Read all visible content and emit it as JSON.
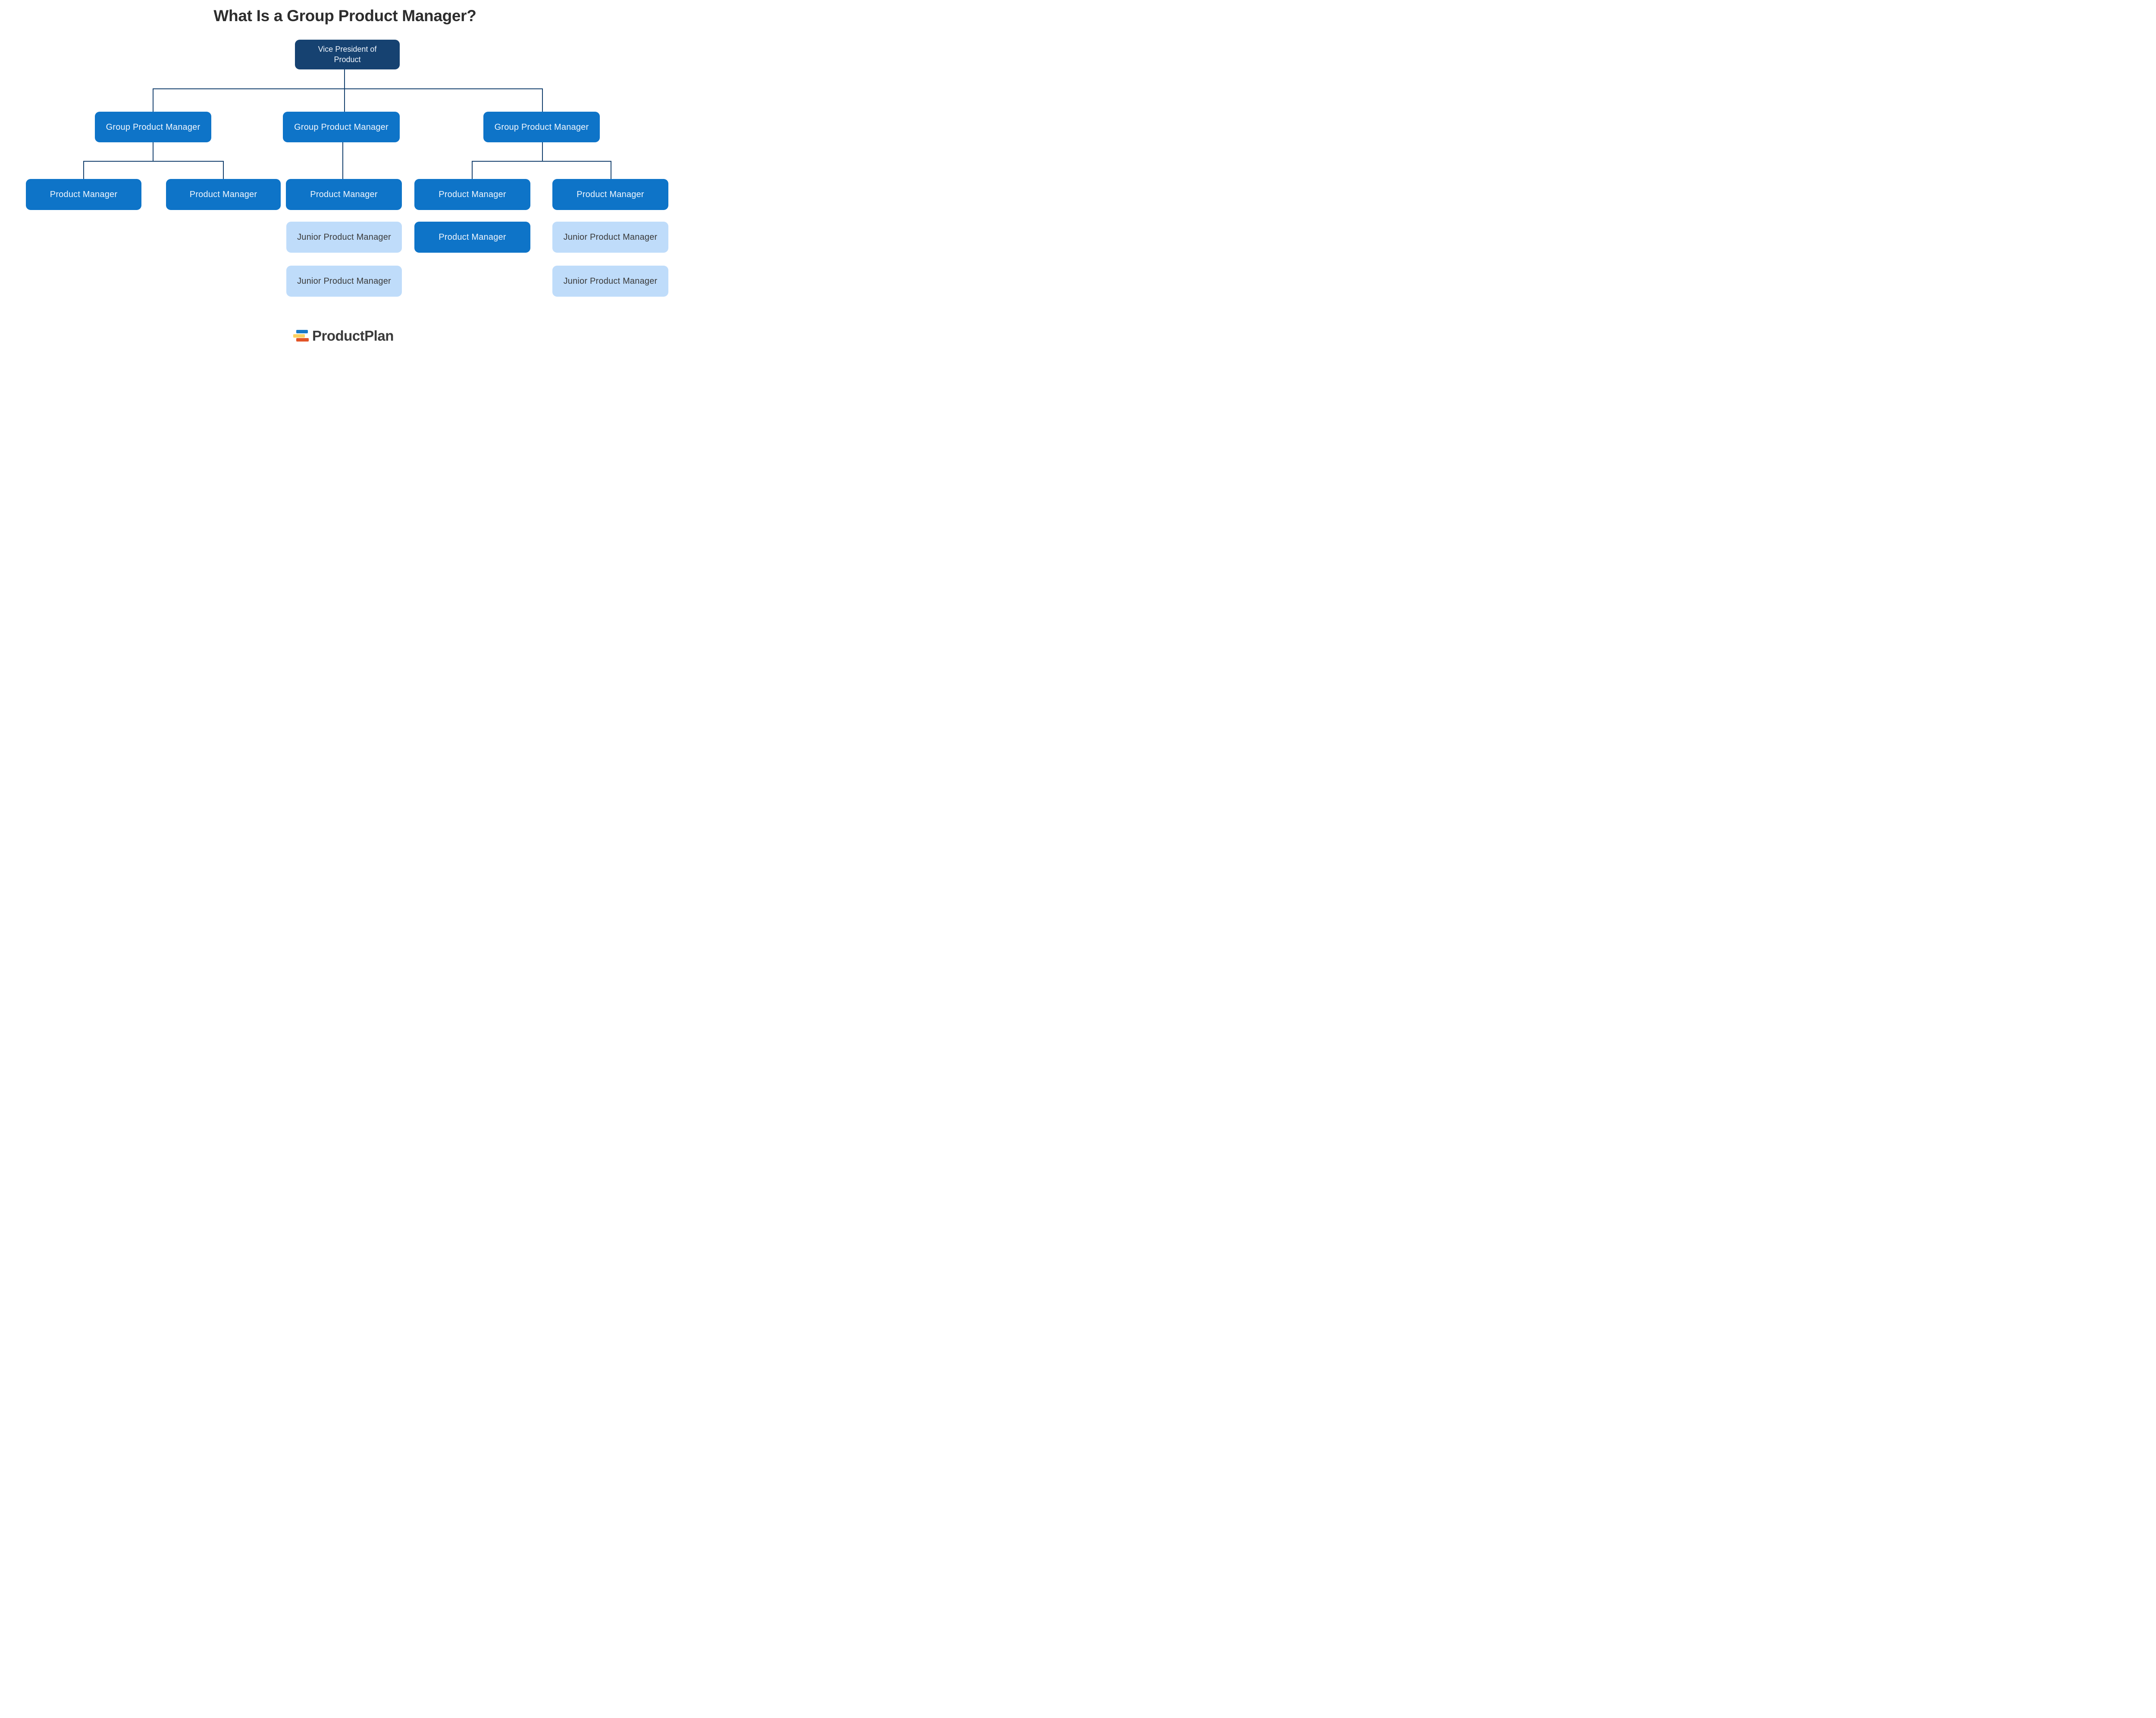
{
  "title": "What Is a Group Product Manager?",
  "colors": {
    "background": "#ffffff",
    "navy": "#164271",
    "blue": "#0e74c8",
    "lightBlue": "#bfdcfa",
    "line": "#133f6d",
    "titleText": "#2d2d2d",
    "nodeTextLight": "#f0f6fd",
    "nodeTextDark": "#3a3a3a",
    "logoText": "#3b3b3b",
    "logoBlue": "#1a79c6",
    "logoYellow": "#fcd162",
    "logoOrange": "#e25427"
  },
  "nodes": {
    "vp": {
      "label": "Vice President of Product",
      "level": "executive"
    },
    "gpm1": {
      "label": "Group Product Manager",
      "level": "group"
    },
    "gpm2": {
      "label": "Group Product Manager",
      "level": "group"
    },
    "gpm3": {
      "label": "Group Product Manager",
      "level": "group"
    },
    "pm1": {
      "label": "Product Manager",
      "level": "manager"
    },
    "pm2": {
      "label": "Product Manager",
      "level": "manager"
    },
    "pm3": {
      "label": "Product Manager",
      "level": "manager"
    },
    "pm4": {
      "label": "Product Manager",
      "level": "manager"
    },
    "pm5": {
      "label": "Product Manager",
      "level": "manager"
    },
    "pm6": {
      "label": "Product Manager",
      "level": "manager"
    },
    "jpm1": {
      "label": "Junior Product Manager",
      "level": "junior"
    },
    "jpm2": {
      "label": "Junior Product Manager",
      "level": "junior"
    },
    "jpm3": {
      "label": "Junior Product Manager",
      "level": "junior"
    },
    "jpm4": {
      "label": "Junior Product Manager",
      "level": "junior"
    }
  },
  "logo": {
    "text": "ProductPlan",
    "icon": "productplan-bars-icon"
  }
}
